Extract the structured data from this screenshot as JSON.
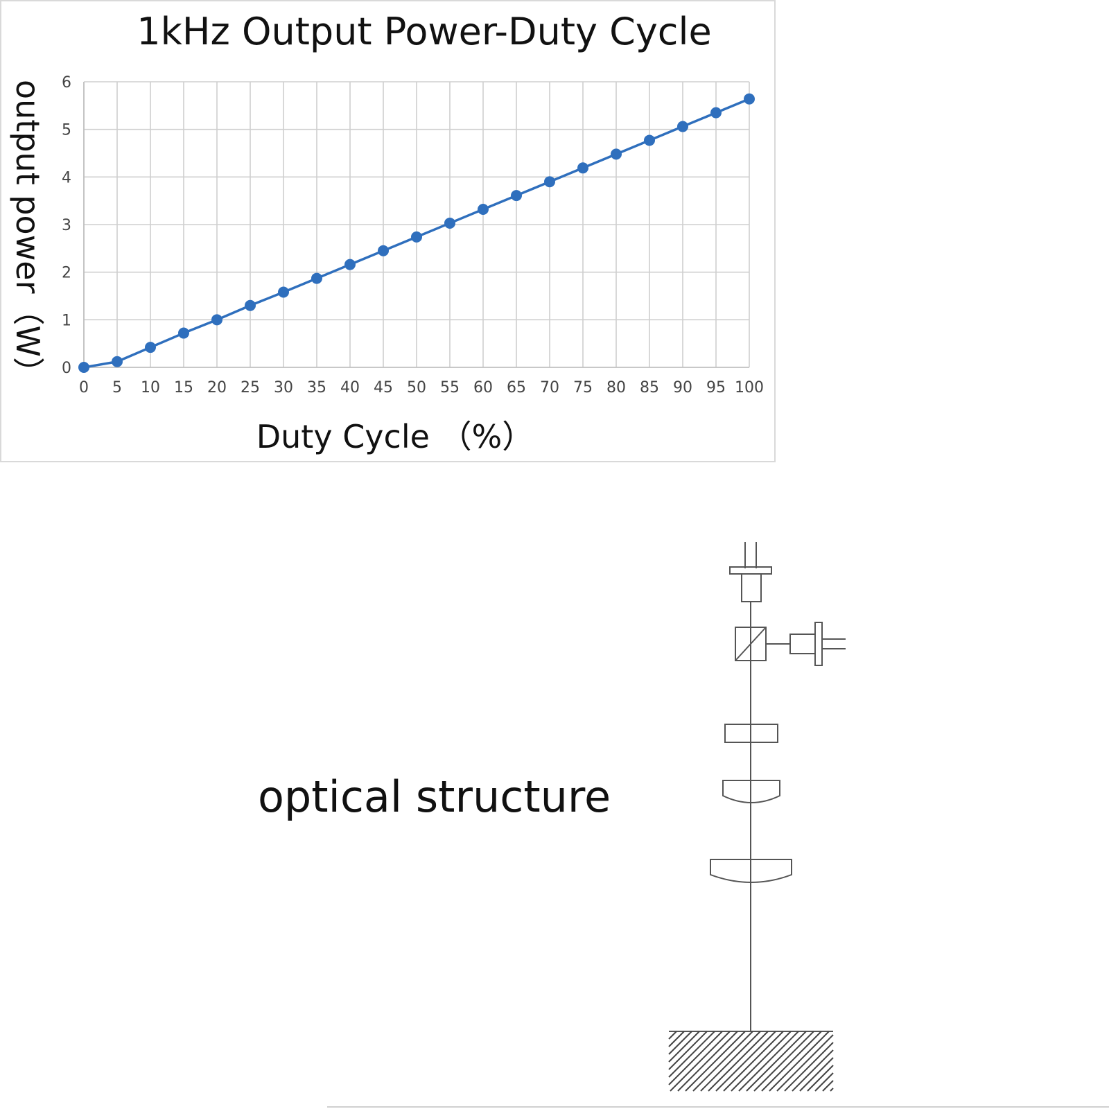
{
  "colors": {
    "series": "#2f6fbd",
    "grid": "#cfcfcf",
    "text": "#111111",
    "drawing": "#555555"
  },
  "chart_data": {
    "type": "line",
    "title": "1kHz Output Power-Duty Cycle",
    "xlabel": "Duty Cycle （%）",
    "ylabel": "output power（W）",
    "x": [
      0,
      5,
      10,
      15,
      20,
      25,
      30,
      35,
      40,
      45,
      50,
      55,
      60,
      65,
      70,
      75,
      80,
      85,
      90,
      95,
      100
    ],
    "xticks": [
      "0",
      "5",
      "10",
      "15",
      "20",
      "25",
      "30",
      "35",
      "40",
      "45",
      "50",
      "55",
      "60",
      "65",
      "70",
      "75",
      "80",
      "85",
      "90",
      "95",
      "100"
    ],
    "yticks": [
      "0",
      "1",
      "2",
      "3",
      "4",
      "5",
      "6"
    ],
    "xlim": [
      0,
      100
    ],
    "ylim": [
      0,
      6
    ],
    "grid": true,
    "legend": "none",
    "series": [
      {
        "values": [
          0,
          0.12,
          0.42,
          0.72,
          1.0,
          1.3,
          1.58,
          1.87,
          2.16,
          2.45,
          2.74,
          3.03,
          3.32,
          3.61,
          3.9,
          4.19,
          4.48,
          4.77,
          5.06,
          5.35,
          5.64
        ]
      }
    ]
  },
  "caption": "optical structure"
}
